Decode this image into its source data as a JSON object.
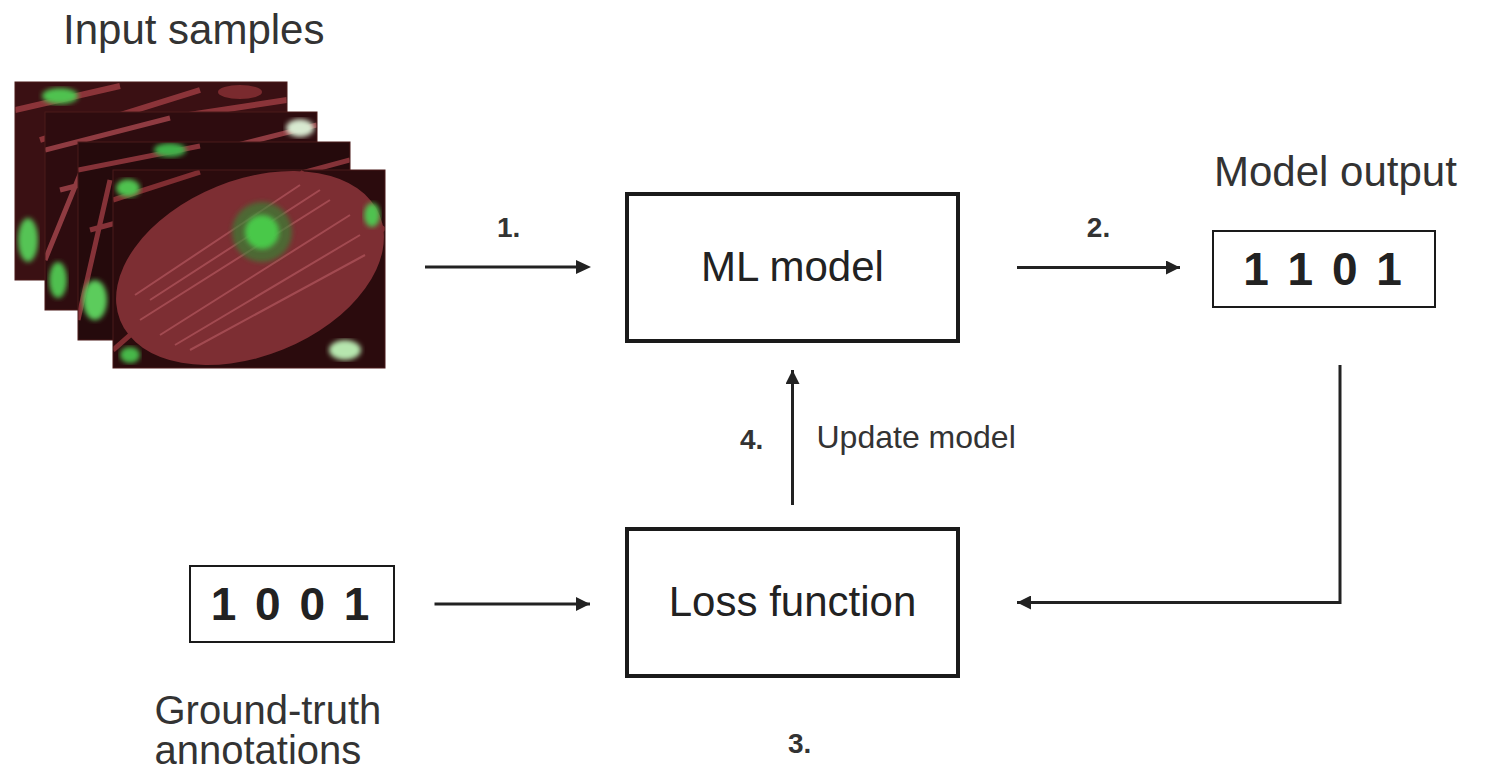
{
  "diagram": {
    "nodes": [
      {
        "text": [
          "ML model"
        ]
      },
      {
        "text": [
          "Model output",
          "1 1 0 1"
        ]
      },
      {
        "text": [
          "1 0 0 1",
          "Ground-truth annotations"
        ]
      },
      {
        "text": [
          "Loss function"
        ]
      }
    ],
    "edges": [
      {
        "from": 0,
        "to": 1,
        "arrow": "to",
        "label": "2."
      },
      {
        "from": 1,
        "to": 3,
        "arrow": "to"
      },
      {
        "from": 2,
        "to": 3,
        "arrow": "to"
      },
      {
        "from": 3,
        "to": 0,
        "arrow": "to",
        "label": "Update model"
      }
    ],
    "labels": [
      "Input samples",
      "1.",
      "4.",
      "3."
    ]
  }
}
